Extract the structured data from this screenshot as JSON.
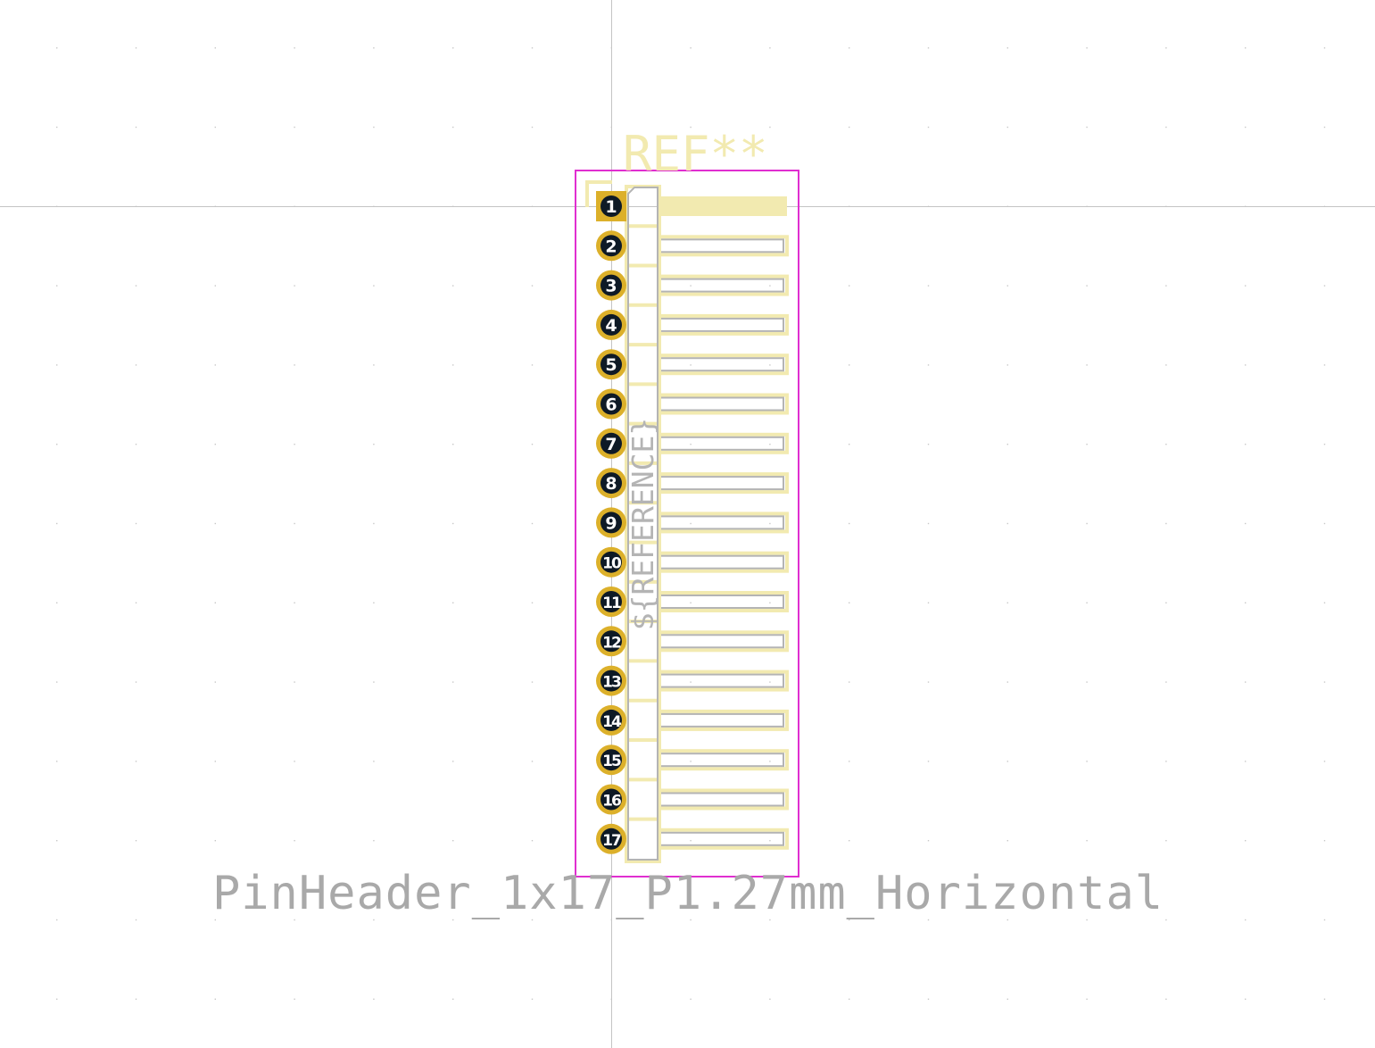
{
  "footprint": {
    "reference_designator": "REF**",
    "reference_field": "${REFERENCE}",
    "footprint_value": "PinHeader_1x17_P1.27mm_Horizontal",
    "pin_count": 17,
    "pitch": "1.27mm",
    "orientation": "Horizontal",
    "pins": [
      "1",
      "2",
      "3",
      "4",
      "5",
      "6",
      "7",
      "8",
      "9",
      "10",
      "11",
      "12",
      "13",
      "14",
      "15",
      "16",
      "17"
    ]
  },
  "colors": {
    "background": "#ffffff",
    "grid_dot": "#c8c8c8",
    "crosshair": "#c4c4c4",
    "courtyard": "#e02ed0",
    "silkscreen": "#f2eab0",
    "fab_outline": "#b4b4b4",
    "pad_copper": "#dcb02a",
    "pad_hole": "#0e1a26",
    "pad_text": "#ffffff",
    "value_text": "#a9a9a9",
    "fab_text": "#b4b4b4"
  }
}
